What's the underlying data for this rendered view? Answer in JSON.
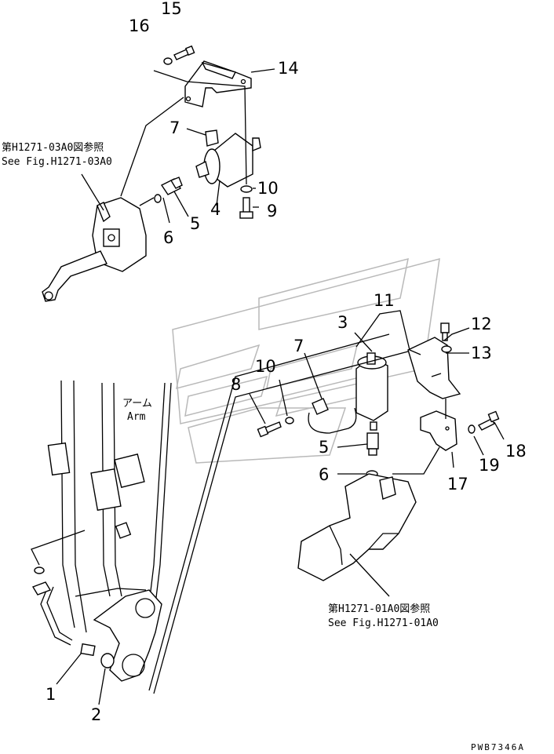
{
  "callouts": {
    "c1": "1",
    "c2": "2",
    "c3": "3",
    "c4": "4",
    "c5a": "5",
    "c5b": "5",
    "c6a": "6",
    "c6b": "6",
    "c7a": "7",
    "c7b": "7",
    "c8": "8",
    "c9": "9",
    "c10a": "10",
    "c10b": "10",
    "c11": "11",
    "c12": "12",
    "c13": "13",
    "c14": "14",
    "c15": "15",
    "c16": "16",
    "c17": "17",
    "c18": "18",
    "c19": "19"
  },
  "references": {
    "top_jp": "第H1271-03A0図参照",
    "top_en": "See Fig.H1271-03A0",
    "bottom_jp": "第H1271-01A0図参照",
    "bottom_en": "See Fig.H1271-01A0"
  },
  "arm_label": {
    "jp": "アーム",
    "en": "Arm"
  },
  "drawing_code": "PWB7346A"
}
